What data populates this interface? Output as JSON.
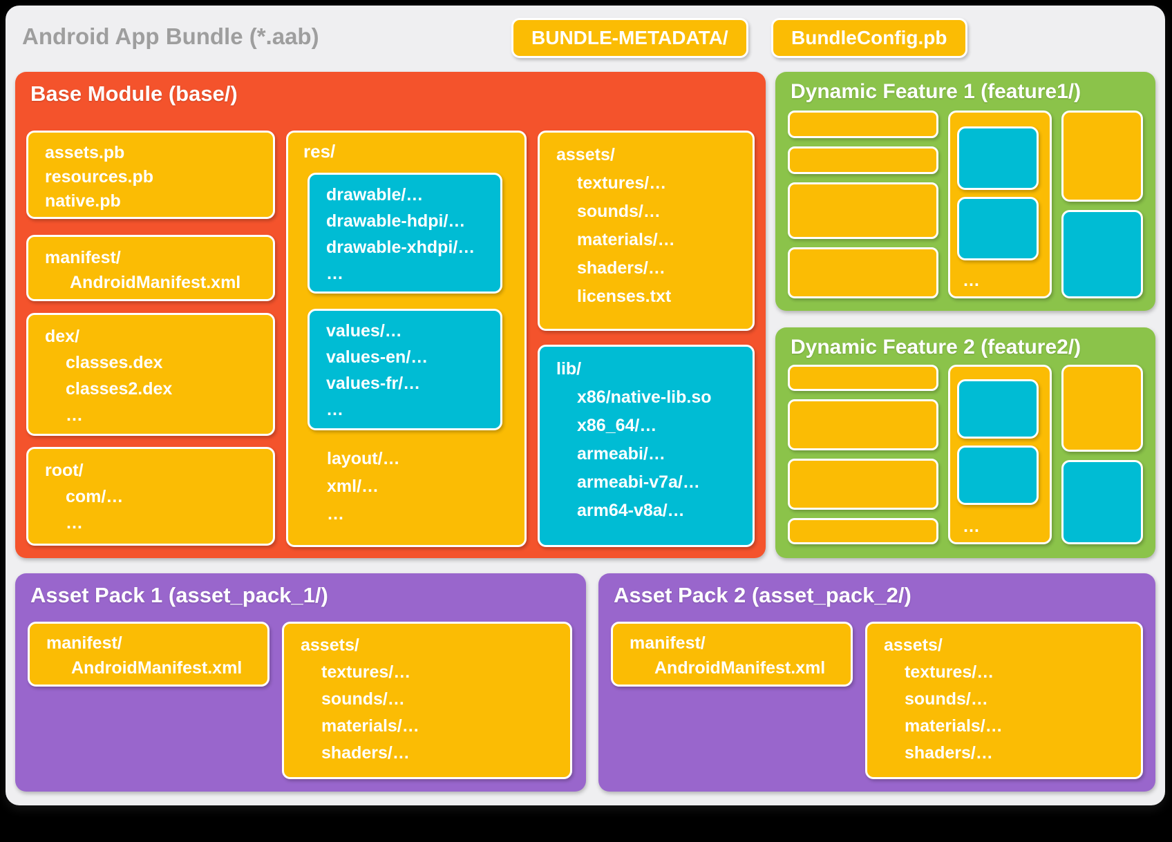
{
  "title": "Android App Bundle (*.aab)",
  "header": {
    "metadata_chip": "BUNDLE-METADATA/",
    "config_chip": "BundleConfig.pb"
  },
  "colors": {
    "background_card": "#efeff1",
    "base_module_orange": "#f4532c",
    "file_amber": "#fbbc04",
    "config_cyan": "#00bcd4",
    "feature_green": "#8bc34a",
    "asset_pack_purple": "#9966cc",
    "title_gray": "#9e9e9e"
  },
  "base_module": {
    "title": "Base Module (base/)",
    "pb_files": {
      "lines": [
        "assets.pb",
        "resources.pb",
        "native.pb"
      ]
    },
    "manifest": {
      "lines": [
        "manifest/",
        "AndroidManifest.xml"
      ]
    },
    "dex": {
      "lines": [
        "dex/",
        "classes.dex",
        "classes2.dex",
        "…"
      ]
    },
    "root": {
      "lines": [
        "root/",
        "com/…",
        "…"
      ]
    },
    "res": {
      "label": "res/",
      "drawable": {
        "lines": [
          "drawable/…",
          "drawable-hdpi/…",
          "drawable-xhdpi/…",
          "…"
        ]
      },
      "values": {
        "lines": [
          "values/…",
          "values-en/…",
          "values-fr/…",
          "…"
        ]
      },
      "tail": {
        "lines": [
          "layout/…",
          "xml/…",
          "…"
        ]
      }
    },
    "assets": {
      "lines": [
        "assets/",
        "textures/…",
        "sounds/…",
        "materials/…",
        "shaders/…",
        "licenses.txt"
      ]
    },
    "lib": {
      "lines": [
        "lib/",
        "x86/native-lib.so",
        "x86_64/…",
        "armeabi/…",
        "armeabi-v7a/…",
        "arm64-v8a/…"
      ]
    }
  },
  "dynamic_features": [
    {
      "title": "Dynamic Feature 1 (feature1/)",
      "more_label": "…"
    },
    {
      "title": "Dynamic Feature 2 (feature2/)",
      "more_label": "…"
    }
  ],
  "asset_packs": [
    {
      "title": "Asset Pack 1 (asset_pack_1/)",
      "manifest": {
        "lines": [
          "manifest/",
          "AndroidManifest.xml"
        ]
      },
      "assets": {
        "lines": [
          "assets/",
          "textures/…",
          "sounds/…",
          "materials/…",
          "shaders/…"
        ]
      }
    },
    {
      "title": "Asset Pack 2 (asset_pack_2/)",
      "manifest": {
        "lines": [
          "manifest/",
          "AndroidManifest.xml"
        ]
      },
      "assets": {
        "lines": [
          "assets/",
          "textures/…",
          "sounds/…",
          "materials/…",
          "shaders/…"
        ]
      }
    }
  ]
}
